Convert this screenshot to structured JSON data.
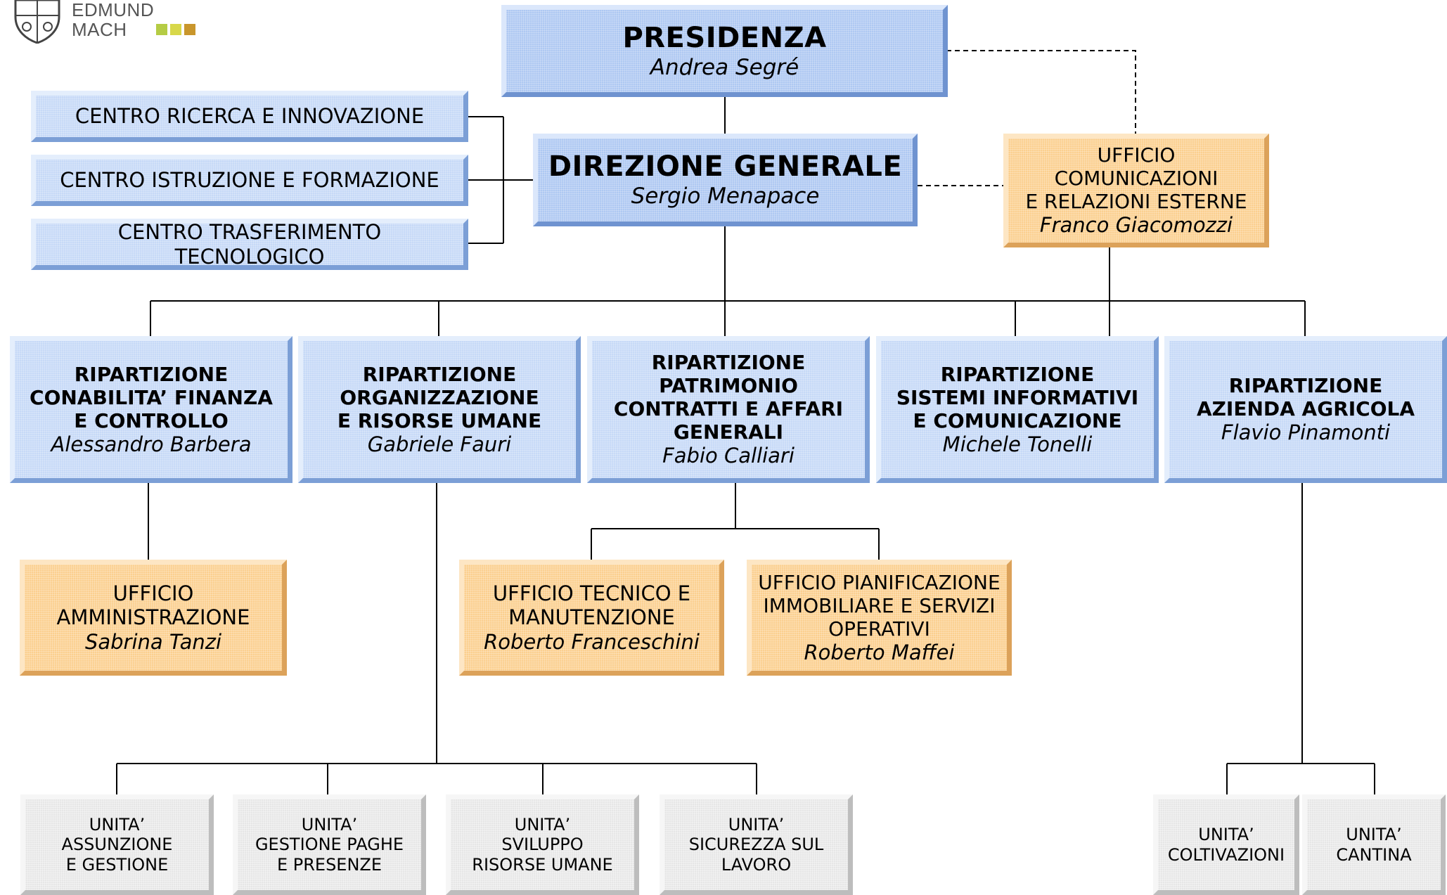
{
  "logo": {
    "line1": "EDMUND",
    "line2": "MACH",
    "squares": [
      "#b5cc45",
      "#d8d84a",
      "#c9962c"
    ]
  },
  "colors": {
    "blue_box": "#c6d9f7",
    "orange_box": "#fbcf8f",
    "gray_box": "#e6e6e6",
    "connector": "#000000"
  },
  "presidenza": {
    "title": "PRESIDENZA",
    "person": "Andrea Segré"
  },
  "direzione": {
    "title": "DIREZIONE GENERALE",
    "person": "Sergio Menapace"
  },
  "centri": [
    {
      "label": "CENTRO RICERCA E INNOVAZIONE"
    },
    {
      "label": "CENTRO ISTRUZIONE E FORMAZIONE"
    },
    {
      "label": "CENTRO TRASFERIMENTO TECNOLOGICO"
    }
  ],
  "ufficio_comunicazioni": {
    "line1": "UFFICIO COMUNICAZIONI",
    "line2": "E RELAZIONI ESTERNE",
    "person": "Franco Giacomozzi"
  },
  "ripartizioni": [
    {
      "lines": [
        "RIPARTIZIONE",
        "CONABILITA’ FINANZA",
        "E CONTROLLO"
      ],
      "person": "Alessandro Barbera"
    },
    {
      "lines": [
        "RIPARTIZIONE",
        "ORGANIZZAZIONE",
        "E RISORSE UMANE"
      ],
      "person": "Gabriele Fauri"
    },
    {
      "lines": [
        "RIPARTIZIONE",
        "PATRIMONIO",
        "CONTRATTI E AFFARI",
        "GENERALI"
      ],
      "person": "Fabio Calliari"
    },
    {
      "lines": [
        "RIPARTIZIONE",
        "SISTEMI INFORMATIVI",
        "E COMUNICAZIONE"
      ],
      "person": "Michele Tonelli"
    },
    {
      "lines": [
        "RIPARTIZIONE",
        "AZIENDA AGRICOLA"
      ],
      "person": "Flavio Pinamonti"
    }
  ],
  "uffici": [
    {
      "lines": [
        "UFFICIO",
        "AMMINISTRAZIONE"
      ],
      "person": "Sabrina Tanzi"
    },
    {
      "lines": [
        "UFFICIO TECNICO E",
        "MANUTENZIONE"
      ],
      "person": "Roberto Franceschini"
    },
    {
      "lines": [
        "UFFICIO PIANIFICAZIONE",
        "IMMOBILIARE E SERVIZI",
        "OPERATIVI"
      ],
      "person": "Roberto Maffei"
    }
  ],
  "unita": [
    {
      "lines": [
        "UNITA’",
        "ASSUNZIONE",
        "E GESTIONE"
      ]
    },
    {
      "lines": [
        "UNITA’",
        "GESTIONE PAGHE",
        "E PRESENZE"
      ]
    },
    {
      "lines": [
        "UNITA’",
        "SVILUPPO",
        "RISORSE UMANE"
      ]
    },
    {
      "lines": [
        "UNITA’",
        "SICUREZZA SUL",
        "LAVORO"
      ]
    },
    {
      "lines": [
        "UNITA’",
        "COLTIVAZIONI"
      ]
    },
    {
      "lines": [
        "UNITA’",
        "CANTINA"
      ]
    }
  ]
}
